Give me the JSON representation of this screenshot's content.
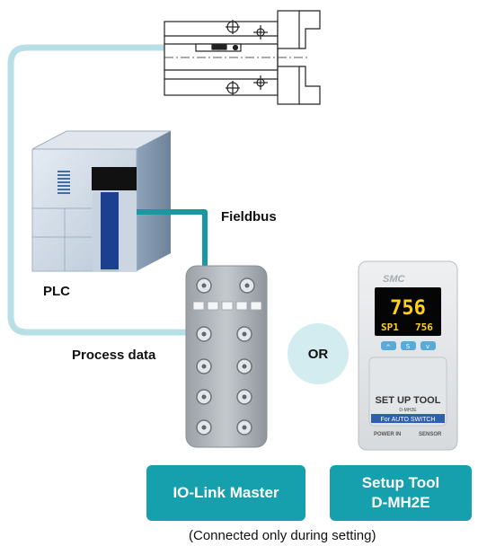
{
  "labels": {
    "fieldbus": "Fieldbus",
    "plc": "PLC",
    "process_data": "Process data",
    "or": "OR",
    "note": "(Connected only during setting)"
  },
  "buttons": {
    "io_link_master": "IO-Link Master",
    "setup_tool_line1": "Setup Tool",
    "setup_tool_line2": "D-MH2E"
  },
  "device": {
    "brand": "SMC",
    "display_main": "756",
    "display_sub_label": "SP1",
    "display_sub_value": "756",
    "title": "SET UP TOOL",
    "model": "D-MH2E",
    "band": "For AUTO SWITCH",
    "port_left": "POWER IN",
    "port_right": "SENSOR",
    "key_left": "^",
    "key_mid": "S",
    "key_right": "v"
  },
  "colors": {
    "cable": "#b7e0e6",
    "fieldbus_cable": "#1a97a0",
    "button": "#16a0ad",
    "or_circle": "#d3ecef"
  }
}
